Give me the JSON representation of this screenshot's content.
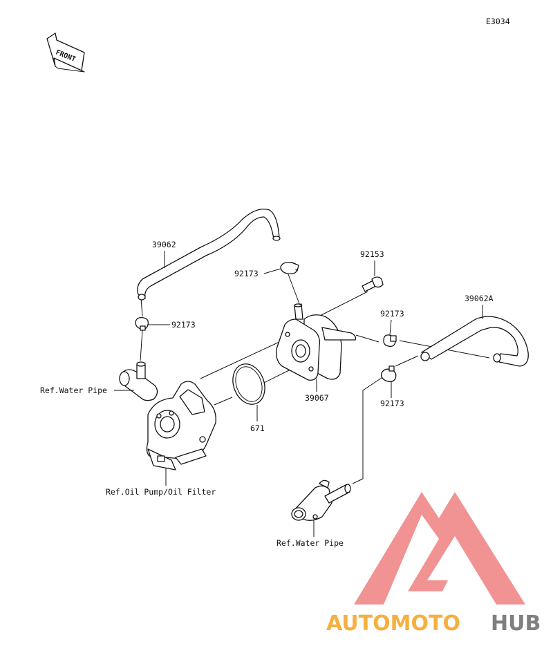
{
  "diagram_code": "E3034",
  "front_arrow_label": "FRONT",
  "callouts": {
    "hose_upper": "39062",
    "clamp_upper_top": "92173",
    "clamp_upper_left": "92173",
    "bolt": "92153",
    "hose_right": "39062A",
    "clamp_right_top": "92173",
    "clamp_right_bottom": "92173",
    "oil_cooler": "39067",
    "o_ring": "671"
  },
  "references": {
    "water_pipe_left": "Ref.Water Pipe",
    "oil_pump_filter": "Ref.Oil Pump/Oil Filter",
    "water_pipe_bottom": "Ref.Water Pipe"
  },
  "watermark": {
    "text_orange": "AUTOMOTO",
    "text_grey": "HUB",
    "color_orange": "#f5b041",
    "color_grey": "#7f7f7f",
    "color_logo": "#f08080"
  }
}
